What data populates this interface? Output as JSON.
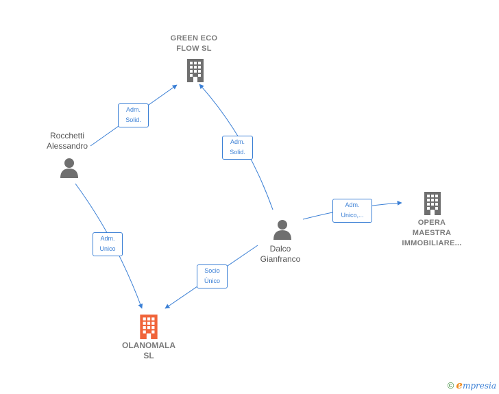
{
  "nodes": {
    "green_eco": {
      "line1": "GREEN ECO",
      "line2": "FLOW  SL"
    },
    "rocchetti": {
      "line1": "Rocchetti",
      "line2": "Alessandro"
    },
    "dalco": {
      "line1": "Dalco",
      "line2": "Gianfranco"
    },
    "opera": {
      "line1": "OPERA",
      "line2": "MAESTRA",
      "line3": "IMMOBILIARE..."
    },
    "olanomala": {
      "line1": "OLANOMALA",
      "line2": "SL"
    }
  },
  "edges": {
    "rocchetti_green": {
      "line1": "Adm.",
      "line2": "Solid."
    },
    "dalco_green": {
      "line1": "Adm.",
      "line2": "Solid."
    },
    "dalco_opera": {
      "line1": "Adm.",
      "line2": "Unico,..."
    },
    "rocchetti_olanomala": {
      "line1": "Adm.",
      "line2": "Unico"
    },
    "dalco_olanomala": {
      "line1": "Socio",
      "line2": "Único"
    }
  },
  "colors": {
    "edge": "#3a7fd5",
    "company_icon": "#6f6f6f",
    "focus_icon": "#f0643a",
    "person_icon": "#6f6f6f"
  },
  "icons": {
    "company": "building-icon",
    "person": "person-icon",
    "focus": "building-icon"
  },
  "footer": {
    "copyright": "©",
    "brand_initial": "e",
    "brand_rest": "mpresia"
  }
}
